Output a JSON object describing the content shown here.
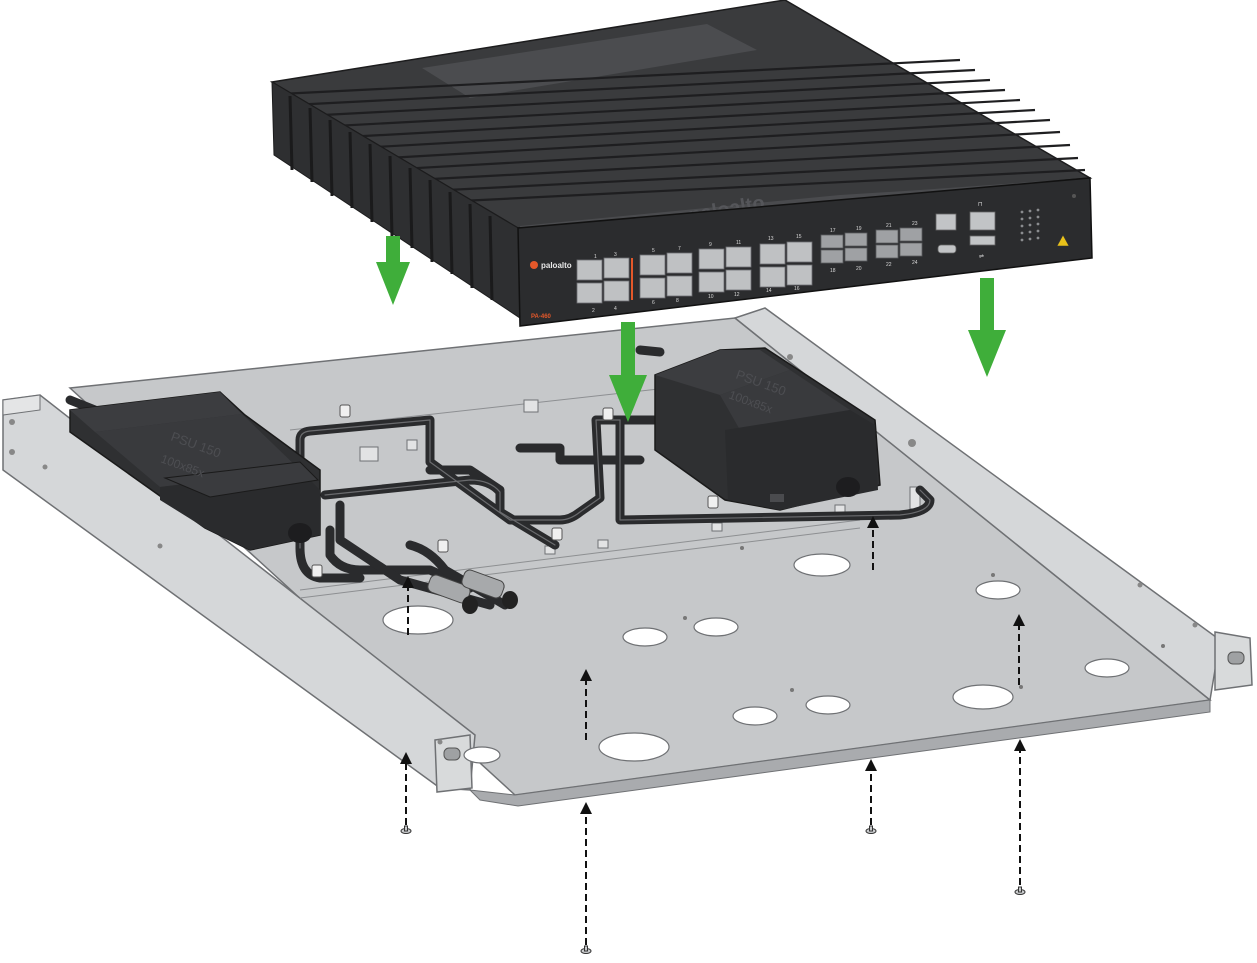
{
  "device": {
    "brand_front": "paloalto",
    "brand_top": "paloalto",
    "model": "PA-460",
    "port_numbers_top": [
      "1",
      "3",
      "5",
      "7",
      "9",
      "11",
      "13",
      "15",
      "17",
      "19",
      "21",
      "23"
    ],
    "port_numbers_bottom": [
      "2",
      "4",
      "6",
      "8",
      "10",
      "12",
      "14",
      "16",
      "18",
      "20",
      "22",
      "24"
    ]
  },
  "psu_labels": [
    "PSU 150",
    "PSU 150"
  ],
  "psu_sublabels": [
    "100x85x",
    "100x85x"
  ],
  "icons": [
    "down-arrow-icon",
    "dashed-up-arrow-icon",
    "screw-icon",
    "warning-icon",
    "usb-icon",
    "network-icon"
  ],
  "colors": {
    "device_body": "#3a3b3d",
    "device_front": "#2b2c2e",
    "tray": "#c7c9cb",
    "tray_edge": "#9a9c9e",
    "psu": "#2f3032",
    "arrow_green": "#3fae3a",
    "brand_orange": "#e4582a"
  }
}
